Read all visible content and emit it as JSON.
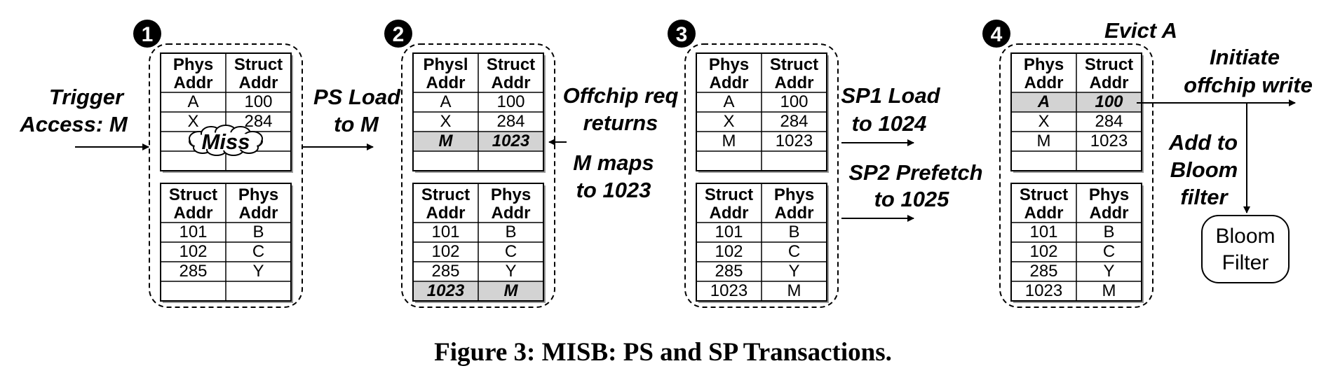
{
  "panels": [
    {
      "step": "1",
      "ps_table": {
        "headers": [
          [
            "Phys",
            "Addr"
          ],
          [
            "Struct",
            "Addr"
          ]
        ],
        "rows": [
          [
            "A",
            "100"
          ],
          [
            "X",
            "284"
          ],
          [
            "",
            ""
          ],
          [
            "",
            ""
          ]
        ],
        "highlight_row": -1
      },
      "sp_table": {
        "headers": [
          [
            "Struct",
            "Addr"
          ],
          [
            "Phys",
            "Addr"
          ]
        ],
        "rows": [
          [
            "101",
            "B"
          ],
          [
            "102",
            "C"
          ],
          [
            "285",
            "Y"
          ],
          [
            "",
            ""
          ]
        ],
        "highlight_row": -1
      },
      "miss_label": "Miss"
    },
    {
      "step": "2",
      "ps_table": {
        "headers": [
          [
            "Physl",
            "Addr"
          ],
          [
            "Struct",
            "Addr"
          ]
        ],
        "rows": [
          [
            "A",
            "100"
          ],
          [
            "X",
            "284"
          ],
          [
            "M",
            "1023"
          ],
          [
            "",
            ""
          ]
        ],
        "highlight_row": 2
      },
      "sp_table": {
        "headers": [
          [
            "Struct",
            "Addr"
          ],
          [
            "Phys",
            "Addr"
          ]
        ],
        "rows": [
          [
            "101",
            "B"
          ],
          [
            "102",
            "C"
          ],
          [
            "285",
            "Y"
          ],
          [
            "1023",
            "M"
          ]
        ],
        "highlight_row": 3
      }
    },
    {
      "step": "3",
      "ps_table": {
        "headers": [
          [
            "Phys",
            "Addr"
          ],
          [
            "Struct",
            "Addr"
          ]
        ],
        "rows": [
          [
            "A",
            "100"
          ],
          [
            "X",
            "284"
          ],
          [
            "M",
            "1023"
          ],
          [
            "",
            ""
          ]
        ],
        "highlight_row": -1
      },
      "sp_table": {
        "headers": [
          [
            "Struct",
            "Addr"
          ],
          [
            "Phys",
            "Addr"
          ]
        ],
        "rows": [
          [
            "101",
            "B"
          ],
          [
            "102",
            "C"
          ],
          [
            "285",
            "Y"
          ],
          [
            "1023",
            "M"
          ]
        ],
        "highlight_row": -1
      }
    },
    {
      "step": "4",
      "ps_table": {
        "headers": [
          [
            "Phys",
            "Addr"
          ],
          [
            "Struct",
            "Addr"
          ]
        ],
        "rows": [
          [
            "A",
            "100"
          ],
          [
            "X",
            "284"
          ],
          [
            "M",
            "1023"
          ],
          [
            "",
            ""
          ]
        ],
        "highlight_row": 0
      },
      "sp_table": {
        "headers": [
          [
            "Struct",
            "Addr"
          ],
          [
            "Phys",
            "Addr"
          ]
        ],
        "rows": [
          [
            "101",
            "B"
          ],
          [
            "102",
            "C"
          ],
          [
            "285",
            "Y"
          ],
          [
            "1023",
            "M"
          ]
        ],
        "highlight_row": -1
      }
    }
  ],
  "labels": {
    "trigger": [
      "Trigger",
      "Access: M"
    ],
    "ps_load": [
      "PS Load",
      "to M"
    ],
    "offchip_req": [
      "Offchip req",
      "returns"
    ],
    "maps": [
      "M maps",
      "to 1023"
    ],
    "sp1": [
      "SP1 Load",
      "to 1024"
    ],
    "sp2": [
      "SP2 Prefetch",
      "to 1025"
    ],
    "evict": "Evict A",
    "initiate": [
      "Initiate",
      "offchip write"
    ],
    "add_bloom": [
      "Add to",
      "Bloom",
      "filter"
    ]
  },
  "bloom_filter": [
    "Bloom",
    "Filter"
  ],
  "caption": "Figure 3: MISB: PS and SP Transactions.",
  "colors": {
    "highlight": "#d3d3d3",
    "badge": "#000000",
    "line": "#000000"
  }
}
